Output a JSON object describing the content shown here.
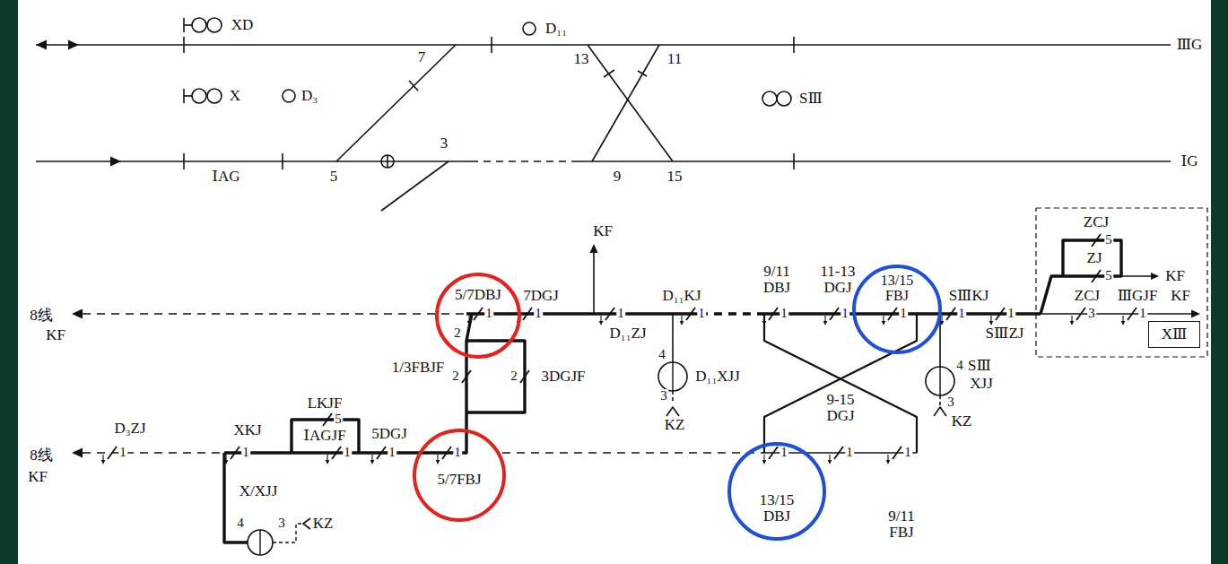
{
  "diagram": {
    "nodes": [
      {
        "text": [
          "5/7DBJ"
        ]
      },
      {
        "text": [
          "13/15 FBJ"
        ]
      },
      {
        "text": [
          "XⅢ"
        ]
      },
      {
        "text": [
          "5/7FBJ"
        ]
      },
      {
        "text": [
          "13/15 DBJ"
        ]
      }
    ],
    "labels": [
      "XD",
      "D₁₁",
      "7",
      "13",
      "11",
      "ⅢG",
      "X",
      "D₃",
      "SⅢ",
      "ⅠAG",
      "5",
      "3",
      "9",
      "15",
      "ⅠG",
      "KF",
      "7DGJ",
      "D₁₁KJ",
      "9/11 DBJ",
      "11-13 DGJ",
      "SⅢKJ",
      "ZCJ",
      "ZJ",
      "KF",
      "ZCJ",
      "ⅢGJF",
      "KF",
      "8线",
      "KF",
      "D₁₁ZJ",
      "SⅢZJ",
      "1/3FBJF",
      "3DGJF",
      "4",
      "D₁₁XJJ",
      "3",
      "KZ",
      "9-15 DGJ",
      "4",
      "SⅢ",
      "XJJ",
      "3",
      "KZ",
      "LKJF",
      "D₃ZJ",
      "XKJ",
      "ⅠAGJF",
      "5DGJ",
      "8线",
      "KF",
      "X/XJJ",
      "4",
      "3",
      "KZ",
      "9/11 FBJ",
      "1",
      "2",
      "1",
      "1",
      "1",
      "1",
      "1",
      "1",
      "1",
      "1",
      "5",
      "5",
      "3",
      "1",
      "2",
      "2",
      "1",
      "1",
      "5",
      "1",
      "1",
      "1",
      "1",
      "1",
      "1"
    ]
  }
}
